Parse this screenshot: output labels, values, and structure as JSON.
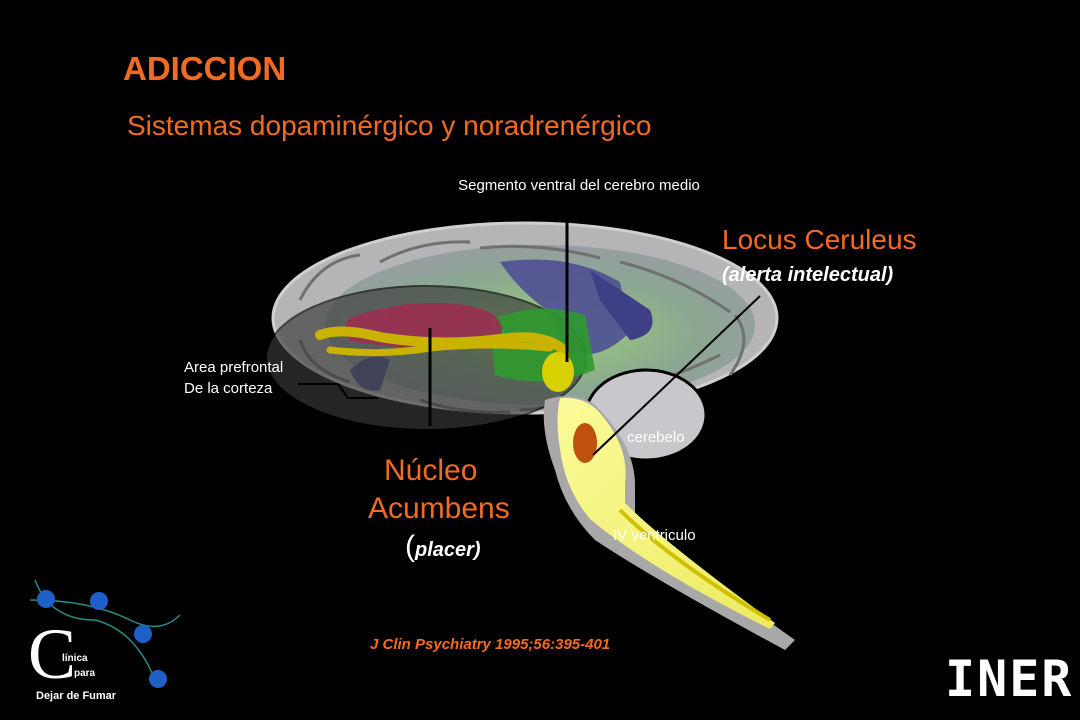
{
  "slide": {
    "title": "ADICCION",
    "subtitle": "Sistemas dopaminérgico  y noradrenérgico"
  },
  "diagram": {
    "labels": {
      "segmento": "Segmento ventral del cerebro medio",
      "prefrontal_line1": "Area prefrontal",
      "prefrontal_line2": "De la corteza",
      "locus_title": "Locus Ceruleus",
      "locus_sub": "(alerta intelectual)",
      "nucleo_line1": "Núcleo",
      "nucleo_line2": "Acumbens",
      "placer_open": "(",
      "placer_text": "placer)",
      "cerebelo": "cerebelo",
      "ventriculo": "IV ventriculo"
    },
    "colors": {
      "accent": "#f26b22",
      "cortex": "#b9b9b9",
      "limbic": "#8b2f4a",
      "midbrain": "#2f8f2f",
      "pathway": "#c8b400",
      "brainstem": "#f2f07a",
      "locus": "#c05010",
      "ventricles": "#4a4a8a"
    }
  },
  "reference": "J Clin Psychiatry 1995;56:395-401",
  "logo": {
    "letter": "C",
    "line1": "línica",
    "line2": "para",
    "line3": "Dejar de Fumar"
  },
  "brand": "INER"
}
